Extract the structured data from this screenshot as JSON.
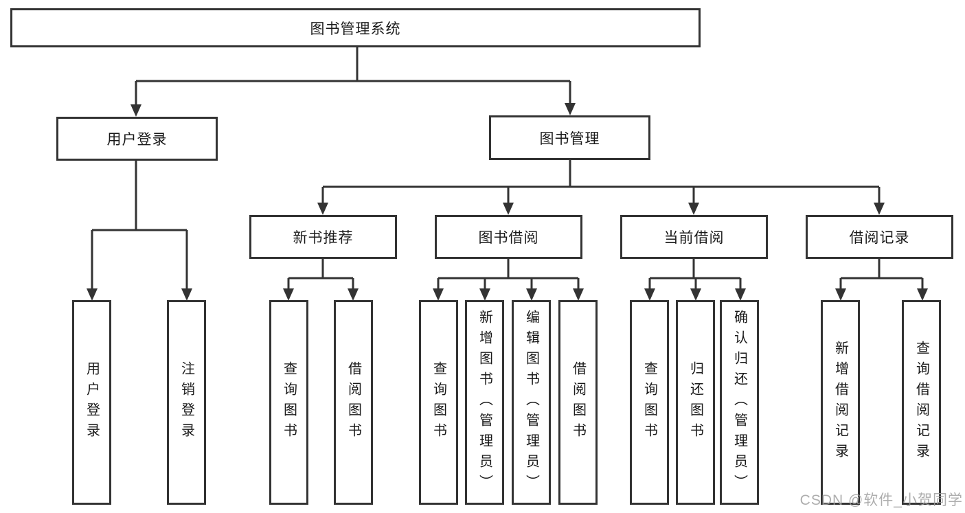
{
  "colors": {
    "background": "#ffffff",
    "box_border": "#333333",
    "box_fill": "#ffffff",
    "line": "#333333",
    "text": "#1a1a1a",
    "watermark": "#a0a0a0"
  },
  "watermark": "CSDN @软件_小贺同学",
  "tree": {
    "root": {
      "label": "图书管理系统"
    },
    "branches": [
      {
        "label": "用户登录",
        "children": [
          {
            "label": "用户登录"
          },
          {
            "label": "注销登录"
          }
        ]
      },
      {
        "label": "图书管理",
        "groups": [
          {
            "label": "新书推荐",
            "children": [
              {
                "label": "查询图书"
              },
              {
                "label": "借阅图书"
              }
            ]
          },
          {
            "label": "图书借阅",
            "children": [
              {
                "label": "查询图书"
              },
              {
                "label": "新增图书（管理员）"
              },
              {
                "label": "编辑图书（管理员）"
              },
              {
                "label": "借阅图书"
              }
            ]
          },
          {
            "label": "当前借阅",
            "children": [
              {
                "label": "查询图书"
              },
              {
                "label": "归还图书"
              },
              {
                "label": "确认归还（管理员）"
              }
            ]
          },
          {
            "label": "借阅记录",
            "children": [
              {
                "label": "新增借阅记录"
              },
              {
                "label": "查询借阅记录"
              }
            ]
          }
        ]
      }
    ]
  }
}
